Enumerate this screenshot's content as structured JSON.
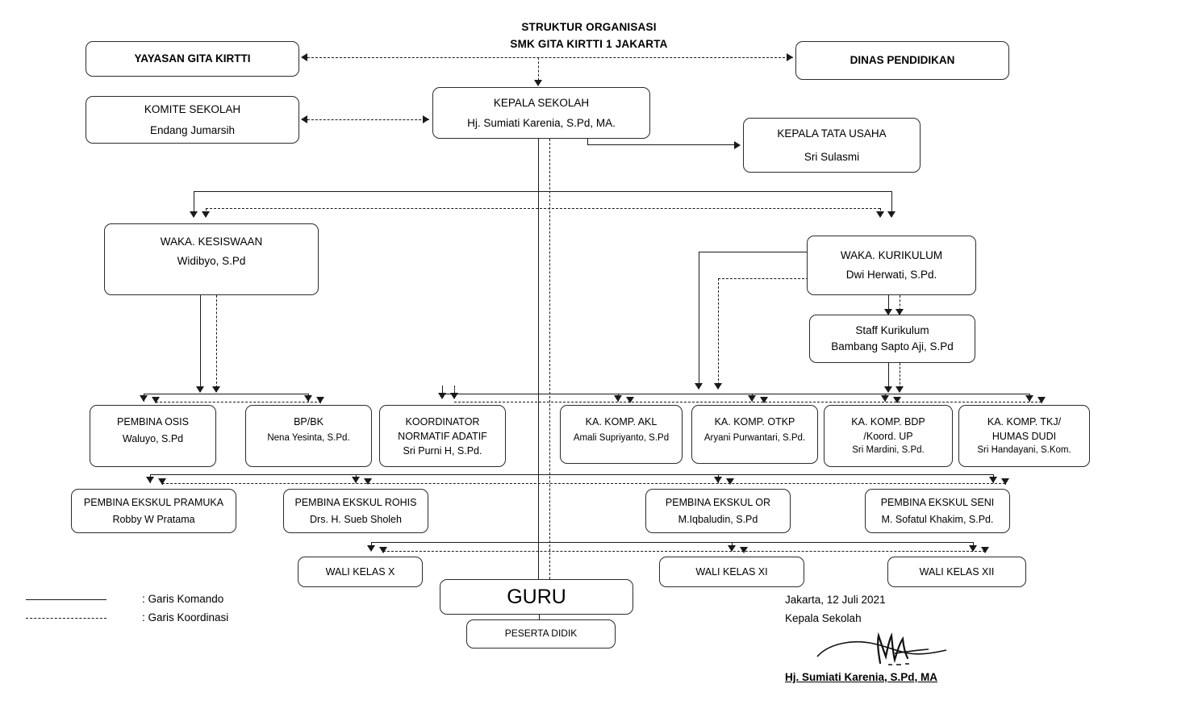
{
  "title": {
    "line1": "STRUKTUR ORGANISASI",
    "line2": "SMK GITA KIRTTI 1 JAKARTA"
  },
  "nodes": {
    "yayasan": {
      "l1": "YAYASAN GITA KIRTTI"
    },
    "dinas": {
      "l1": "DINAS PENDIDIKAN"
    },
    "komite": {
      "l1": "KOMITE SEKOLAH",
      "l2": "Endang Jumarsih"
    },
    "kepala_sekolah": {
      "l1": "KEPALA SEKOLAH",
      "l2": "Hj. Sumiati Karenia, S.Pd, MA."
    },
    "kepala_tu": {
      "l1": "KEPALA TATA USAHA",
      "l2": "Sri Sulasmi"
    },
    "waka_kesiswaan": {
      "l1": "WAKA. KESISWAAN",
      "l2": "Widibyo, S.Pd"
    },
    "waka_kurikulum": {
      "l1": "WAKA. KURIKULUM",
      "l2": "Dwi Herwati, S.Pd."
    },
    "staff_kurikulum": {
      "l1": "Staff Kurikulum",
      "l2": "Bambang Sapto Aji, S.Pd"
    },
    "pembina_osis": {
      "l1": "PEMBINA OSIS",
      "l2": "Waluyo, S.Pd"
    },
    "bp_bk": {
      "l1": "BP/BK",
      "l2": "Nena Yesinta, S.Pd."
    },
    "koordinator": {
      "l1": "KOORDINATOR",
      "l2": "NORMATIF ADATIF",
      "l3": "Sri Purni H, S.Pd."
    },
    "ka_akl": {
      "l1": "KA. KOMP. AKL",
      "l2": "Amali Supriyanto, S.Pd"
    },
    "ka_otkp": {
      "l1": "KA. KOMP. OTKP",
      "l2": "Aryani Purwantari, S.Pd."
    },
    "ka_bdp": {
      "l1": "KA. KOMP. BDP",
      "l2": "/Koord. UP",
      "l3": "Sri Mardini, S.Pd."
    },
    "ka_tkj": {
      "l1": "KA. KOMP. TKJ/",
      "l2": "HUMAS DUDI",
      "l3": "Sri Handayani, S.Kom."
    },
    "ekskul_pramuka": {
      "l1": "PEMBINA EKSKUL PRAMUKA",
      "l2": "Robby W Pratama"
    },
    "ekskul_rohis": {
      "l1": "PEMBINA EKSKUL ROHIS",
      "l2": "Drs. H. Sueb Sholeh"
    },
    "ekskul_or": {
      "l1": "PEMBINA EKSKUL OR",
      "l2": "M.Iqbaludin, S.Pd"
    },
    "ekskul_seni": {
      "l1": "PEMBINA EKSKUL SENI",
      "l2": "M. Sofatul Khakim, S.Pd."
    },
    "wali_x": {
      "l1": "WALI KELAS X"
    },
    "wali_xi": {
      "l1": "WALI KELAS XI"
    },
    "wali_xii": {
      "l1": "WALI KELAS XII"
    },
    "guru": {
      "l1": "GURU"
    },
    "peserta_didik": {
      "l1": "PESERTA DIDIK"
    }
  },
  "legend": {
    "komando": ": Garis Komando",
    "koordinasi": ": Garis Koordinasi"
  },
  "signature": {
    "place_date": "Jakarta, 12 Juli 2021",
    "role": "Kepala Sekolah",
    "name": "Hj. Sumiati Karenia, S.Pd, MA"
  },
  "colors": {
    "line": "#1a1a1a",
    "box_border": "#2b2b2b",
    "background": "#ffffff"
  }
}
